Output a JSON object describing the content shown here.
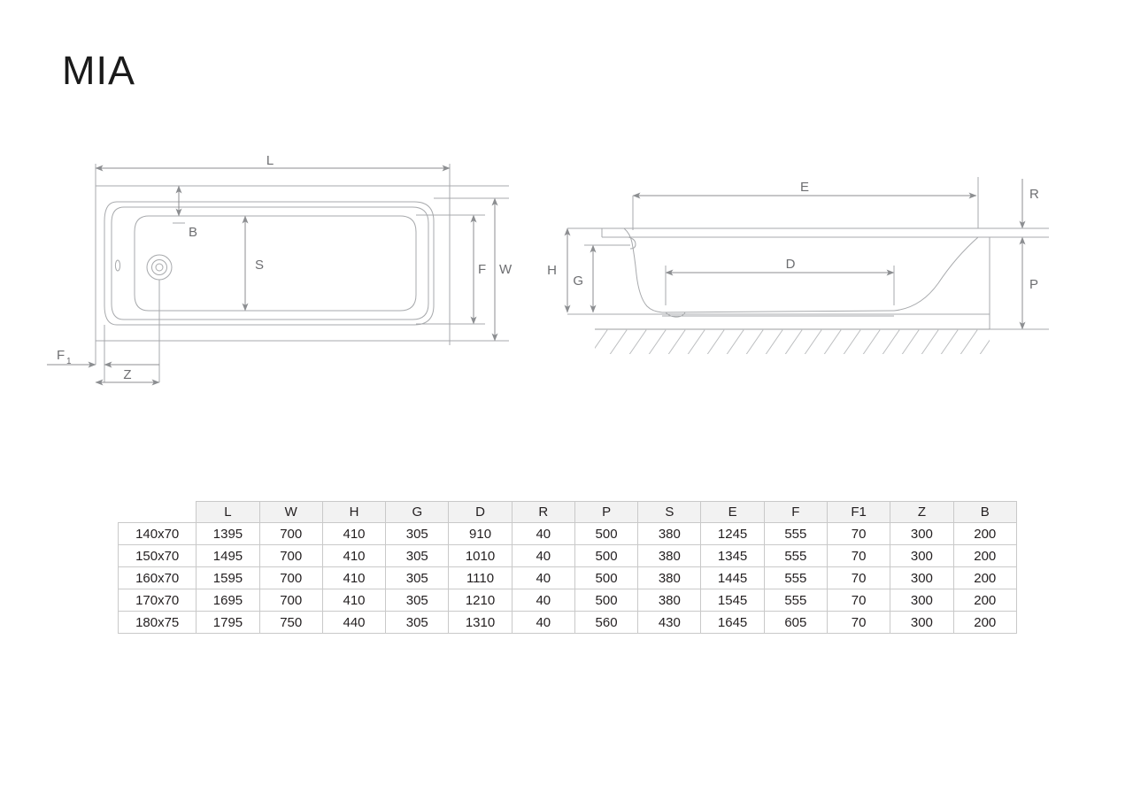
{
  "page": {
    "title": "MIA",
    "background_color": "#ffffff"
  },
  "drawing": {
    "line_color": "#a7a9ac",
    "label_color": "#6d6e71",
    "top_view": {
      "name": "bathtub-top-view",
      "dimension_labels": [
        "L",
        "B",
        "S",
        "F",
        "W",
        "F1",
        "Z"
      ],
      "F1_label_base": "F",
      "F1_label_subscript": "1"
    },
    "side_view": {
      "name": "bathtub-side-section-view",
      "dimension_labels": [
        "E",
        "R",
        "H",
        "G",
        "D",
        "P"
      ]
    }
  },
  "table": {
    "name": "dimensions-table",
    "corner_label": "",
    "columns": [
      "L",
      "W",
      "H",
      "G",
      "D",
      "R",
      "P",
      "S",
      "E",
      "F",
      "F1",
      "Z",
      "B"
    ],
    "rows": [
      {
        "size": "140x70",
        "values": [
          "1395",
          "700",
          "410",
          "305",
          "910",
          "40",
          "500",
          "380",
          "1245",
          "555",
          "70",
          "300",
          "200"
        ]
      },
      {
        "size": "150x70",
        "values": [
          "1495",
          "700",
          "410",
          "305",
          "1010",
          "40",
          "500",
          "380",
          "1345",
          "555",
          "70",
          "300",
          "200"
        ]
      },
      {
        "size": "160x70",
        "values": [
          "1595",
          "700",
          "410",
          "305",
          "1110",
          "40",
          "500",
          "380",
          "1445",
          "555",
          "70",
          "300",
          "200"
        ]
      },
      {
        "size": "170x70",
        "values": [
          "1695",
          "700",
          "410",
          "305",
          "1210",
          "40",
          "500",
          "380",
          "1545",
          "555",
          "70",
          "300",
          "200"
        ]
      },
      {
        "size": "180x75",
        "values": [
          "1795",
          "750",
          "440",
          "305",
          "1310",
          "40",
          "560",
          "430",
          "1645",
          "605",
          "70",
          "300",
          "200"
        ]
      }
    ]
  }
}
